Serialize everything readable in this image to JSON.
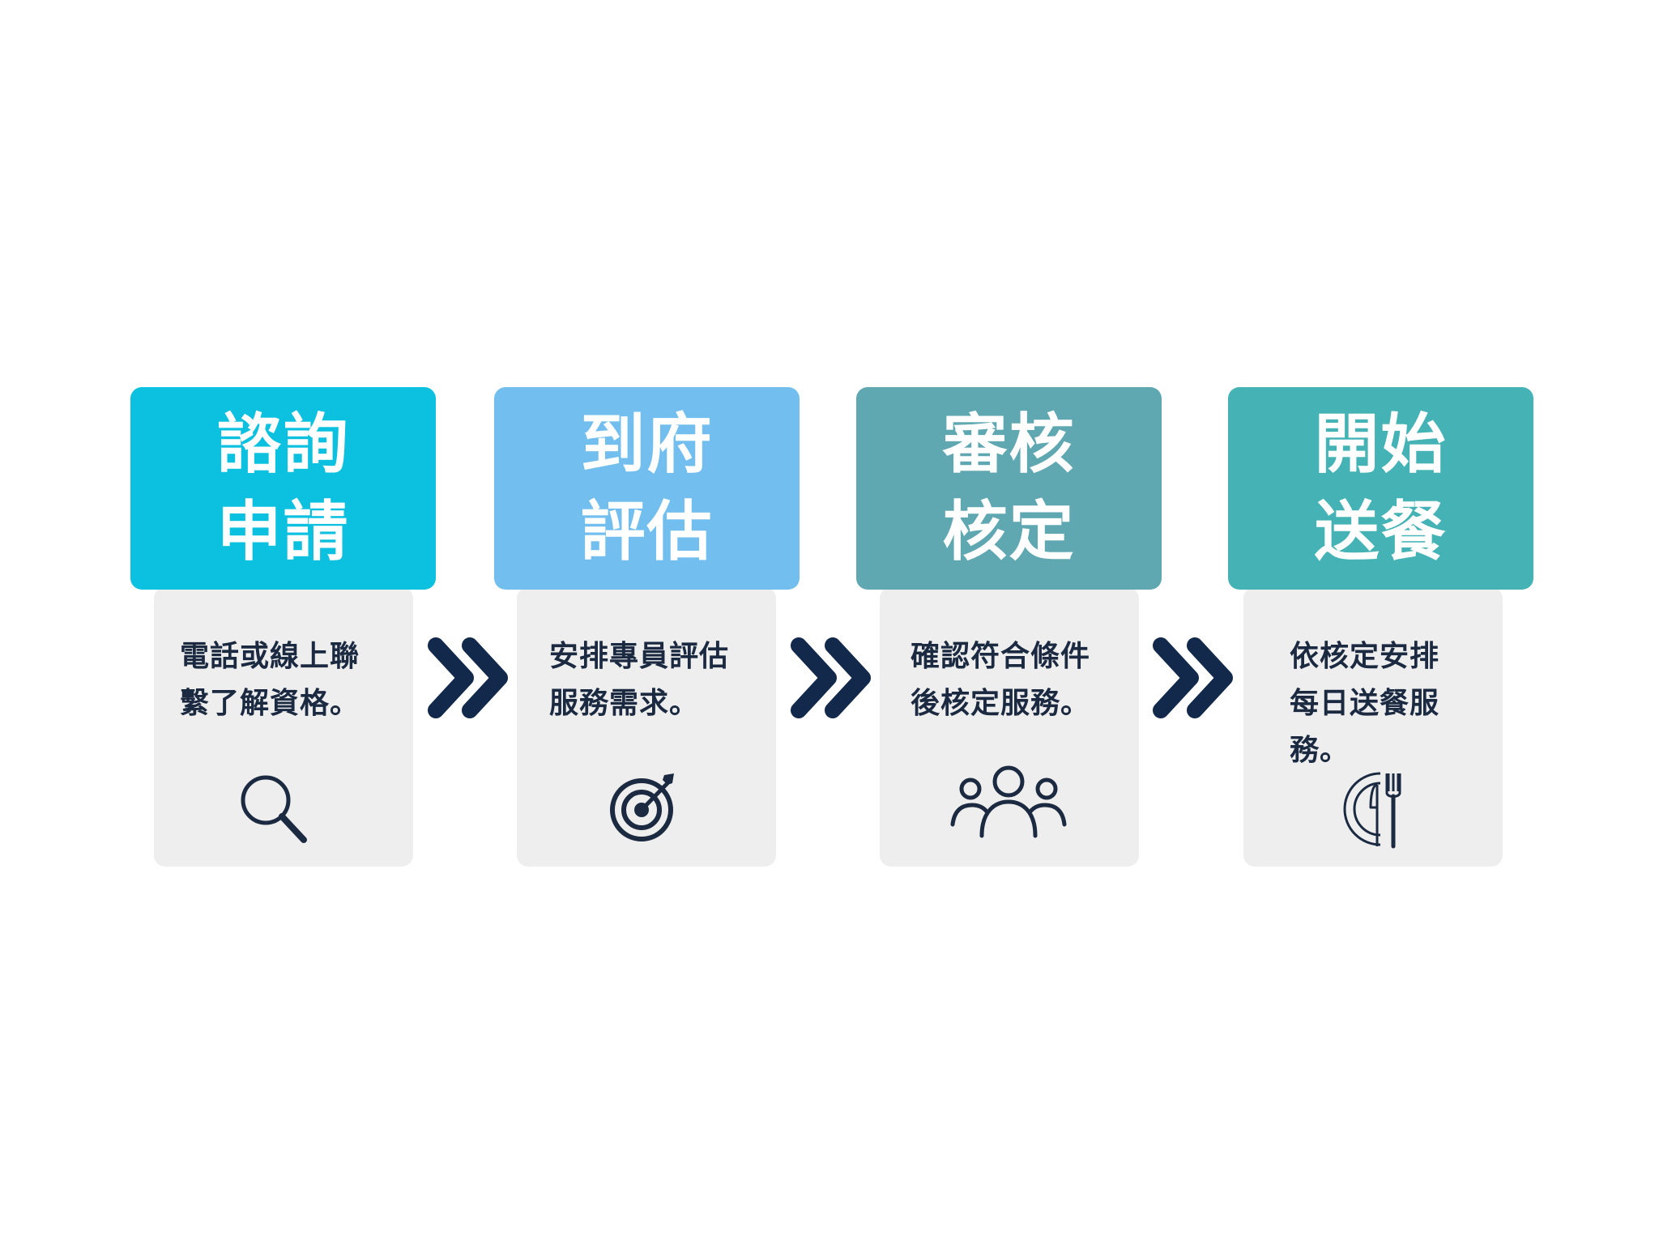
{
  "steps": [
    {
      "title_line1": "諮詢",
      "title_line2": "申請",
      "desc_line1": "電話或線上聯",
      "desc_line2": "繫了解資格。",
      "desc_line3": "",
      "color": "#0cc0df",
      "icon": "magnifier-icon"
    },
    {
      "title_line1": "到府",
      "title_line2": "評估",
      "desc_line1": "安排專員評估",
      "desc_line2": "服務需求。",
      "desc_line3": "",
      "color": "#72bfef",
      "icon": "target-icon"
    },
    {
      "title_line1": "審核",
      "title_line2": "核定",
      "desc_line1": "確認符合條件",
      "desc_line2": "後核定服務。",
      "desc_line3": "",
      "color": "#5fa7b1",
      "icon": "group-icon"
    },
    {
      "title_line1": "開始",
      "title_line2": "送餐",
      "desc_line1": "依核定安排",
      "desc_line2": "每日送餐服",
      "desc_line3": "務。",
      "color": "#45b3b5",
      "icon": "plate-fork-knife-icon"
    }
  ],
  "arrow_color": "#13294b",
  "text_color": "#1b2a41"
}
